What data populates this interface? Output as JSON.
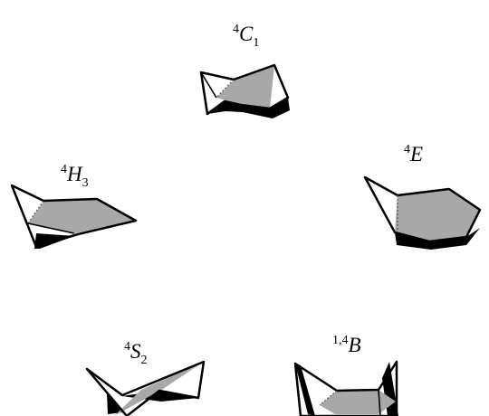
{
  "colors": {
    "outline": "#000000",
    "shade": "#a8a8a8",
    "shadow": "#000000",
    "background": "#ffffff"
  },
  "conformations": [
    {
      "id": "chair",
      "superscript": "4",
      "letter": "C",
      "subscript": "1"
    },
    {
      "id": "half-chair",
      "superscript": "4",
      "letter": "H",
      "subscript": "3"
    },
    {
      "id": "envelope",
      "superscript": "4",
      "letter": "E",
      "subscript": ""
    },
    {
      "id": "skew",
      "superscript": "4",
      "letter": "S",
      "subscript": "2"
    },
    {
      "id": "boat",
      "superscript": "1,4",
      "letter": "B",
      "subscript": ""
    }
  ]
}
